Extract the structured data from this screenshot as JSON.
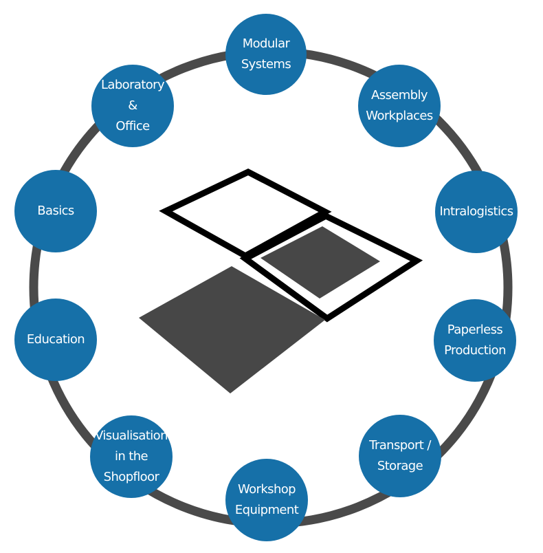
{
  "diagram": {
    "colors": {
      "node_fill": "#1670a8",
      "node_text": "#ffffff",
      "ring": "#4a4a4a",
      "logo": "#474747"
    },
    "center_logo": "workplace-floor-tiles-logo",
    "nodes": [
      {
        "id": "modular",
        "label": "Modular\nSystems"
      },
      {
        "id": "assembly",
        "label": "Assembly\nWorkplaces"
      },
      {
        "id": "intralogistics",
        "label": "Intralogistics"
      },
      {
        "id": "paperless",
        "label": "Paperless\nProduction"
      },
      {
        "id": "transport",
        "label": "Transport /\nStorage"
      },
      {
        "id": "workshop",
        "label": "Workshop\nEquipment"
      },
      {
        "id": "visualisation",
        "label": "Visualisation\nin the\nShopfloor"
      },
      {
        "id": "education",
        "label": "Education"
      },
      {
        "id": "basics",
        "label": "Basics"
      },
      {
        "id": "laboratory",
        "label": "Laboratory\n&\nOffice"
      }
    ]
  }
}
